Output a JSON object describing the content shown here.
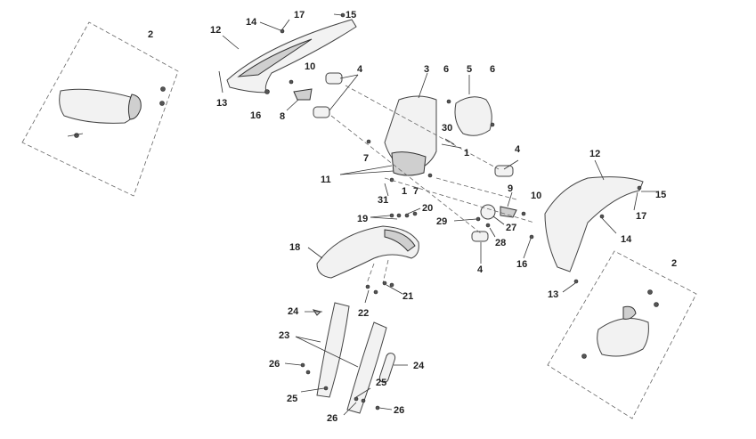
{
  "diagram": {
    "callouts": {
      "c1a": "1",
      "c1b": "1",
      "c2a": "2",
      "c2b": "2",
      "c3": "3",
      "c4a": "4",
      "c4b": "4",
      "c4c": "4",
      "c5": "5",
      "c6a": "6",
      "c6b": "6",
      "c7a": "7",
      "c7b": "7",
      "c8": "8",
      "c9": "9",
      "c10a": "10",
      "c10b": "10",
      "c11": "11",
      "c12a": "12",
      "c12b": "12",
      "c13a": "13",
      "c13b": "13",
      "c14a": "14",
      "c14b": "14",
      "c15a": "15",
      "c15b": "15",
      "c16a": "16",
      "c16b": "16",
      "c17a": "17",
      "c17b": "17",
      "c18": "18",
      "c19": "19",
      "c20": "20",
      "c21": "21",
      "c22": "22",
      "c23": "23",
      "c24a": "24",
      "c24b": "24",
      "c25a": "25",
      "c25b": "25",
      "c26a": "26",
      "c26b": "26",
      "c26c": "26",
      "c27": "27",
      "c28": "28",
      "c29": "29",
      "c30": "30",
      "c31": "31"
    }
  }
}
